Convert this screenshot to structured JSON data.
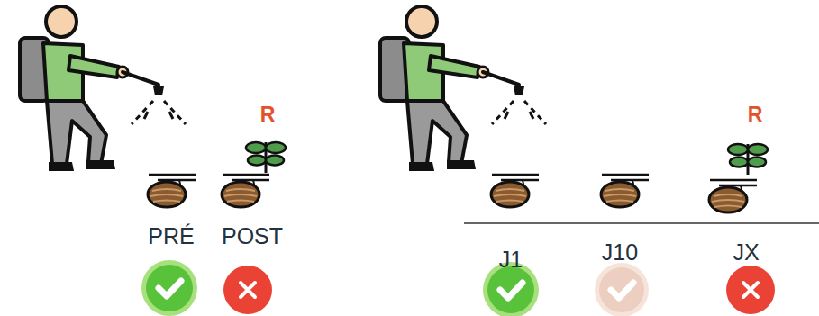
{
  "diagram": {
    "labels": [
      "R",
      "PRÉ",
      "POST",
      "R",
      "J1",
      "J10",
      "JX"
    ]
  }
}
